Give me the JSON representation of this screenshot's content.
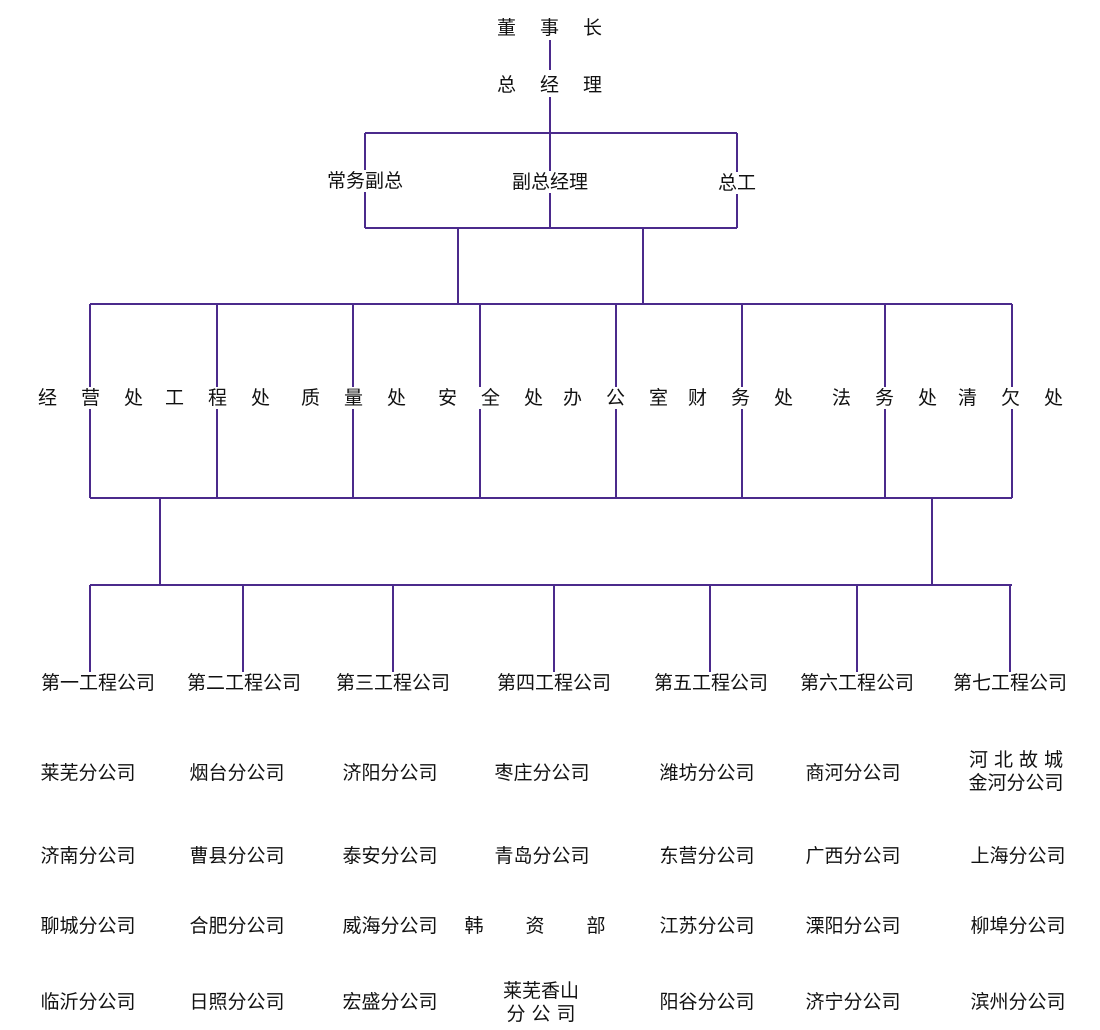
{
  "line_color": "#4b2a8c",
  "top": {
    "chairman": "董 事 长",
    "general_manager": "总 经 理"
  },
  "deputies": [
    "常务副总",
    "副总经理",
    "总工"
  ],
  "departments": [
    "经 营 处",
    "工 程 处",
    "质 量 处",
    "安 全 处",
    "办 公 室",
    "财 务 处",
    "法 务 处",
    "清 欠 处"
  ],
  "companies": [
    "第一工程公司",
    "第二工程公司",
    "第三工程公司",
    "第四工程公司",
    "第五工程公司",
    "第六工程公司",
    "第七工程公司"
  ],
  "branches": {
    "row1": [
      "莱芜分公司",
      "烟台分公司",
      "济阳分公司",
      "枣庄分公司",
      "潍坊分公司",
      "商河分公司"
    ],
    "row1_last": [
      "河 北 故 城",
      "金河分公司"
    ],
    "row2": [
      "济南分公司",
      "曹县分公司",
      "泰安分公司",
      "青岛分公司",
      "东营分公司",
      "广西分公司",
      "上海分公司"
    ],
    "row3": [
      "聊城分公司",
      "合肥分公司",
      "威海分公司",
      "韩 资 部",
      "江苏分公司",
      "溧阳分公司",
      "柳埠分公司"
    ],
    "row4": [
      "临沂分公司",
      "日照分公司",
      "宏盛分公司",
      "",
      "阳谷分公司",
      "济宁分公司",
      "滨州分公司"
    ],
    "row4_col4": [
      "莱芜香山",
      "分 公 司"
    ]
  }
}
